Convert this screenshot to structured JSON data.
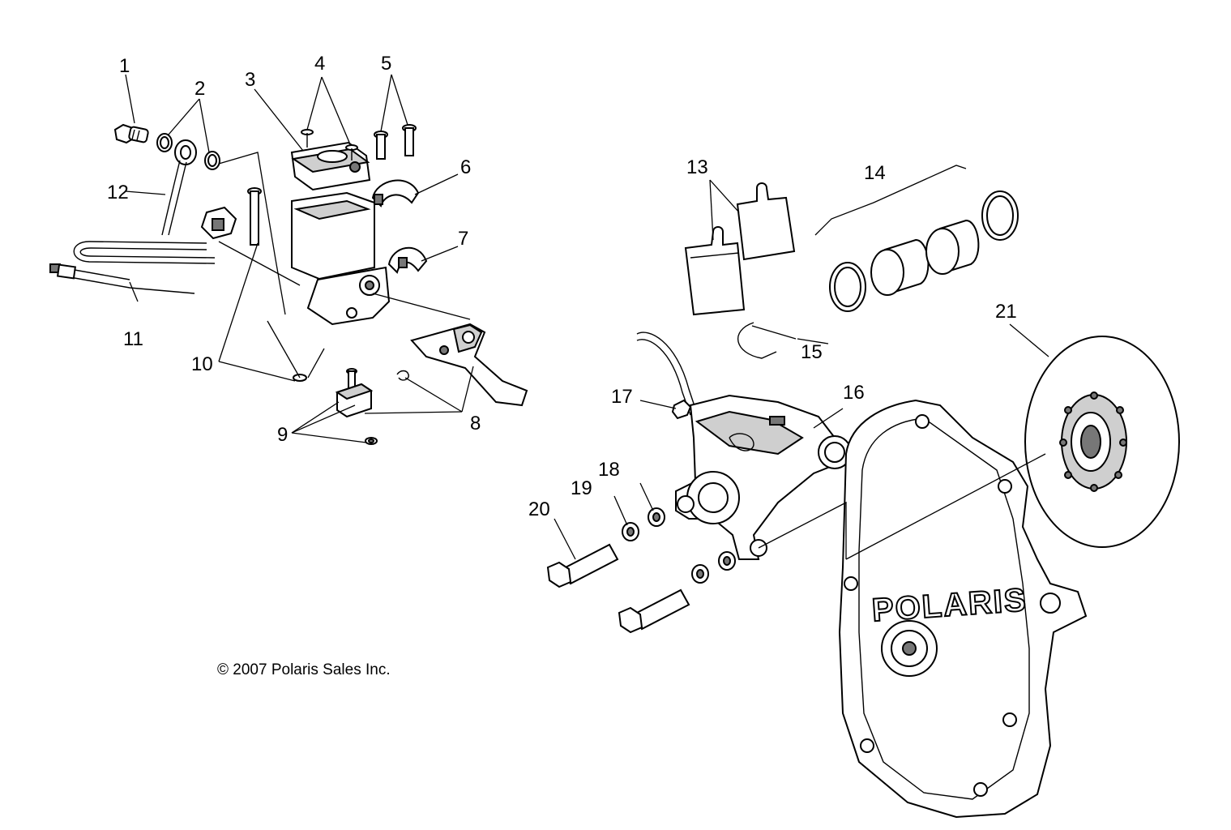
{
  "diagram": {
    "copyright": "© 2007 Polaris Sales Inc.",
    "brand_text": "POLARIS",
    "callouts": [
      "1",
      "2",
      "3",
      "4",
      "5",
      "6",
      "7",
      "8",
      "9",
      "10",
      "11",
      "12",
      "13",
      "14",
      "15",
      "16",
      "17",
      "18",
      "19",
      "20",
      "21"
    ]
  }
}
